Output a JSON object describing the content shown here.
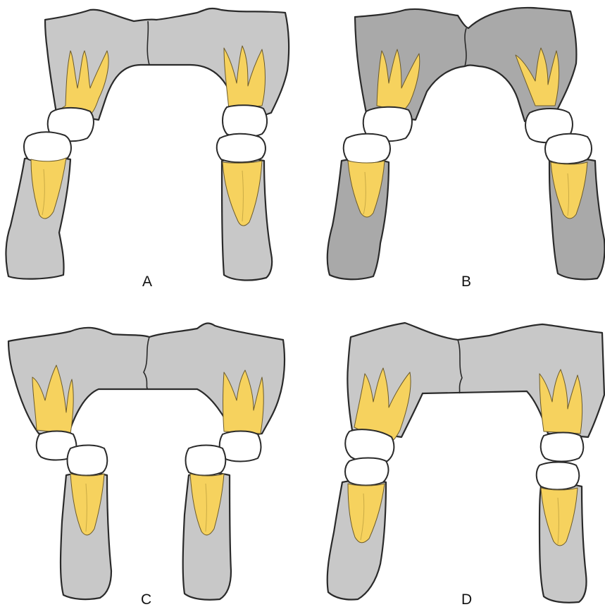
{
  "figure": {
    "panels": [
      {
        "id": "A",
        "label": "A",
        "bone_color": "#c8c8c8",
        "description_key": "maxilla-and-mandible-aligned"
      },
      {
        "id": "B",
        "label": "B",
        "bone_color": "#a9a9a9",
        "description_key": "maxilla-and-mandible-aligned-darker"
      },
      {
        "id": "C",
        "label": "C",
        "bone_color": "#c8c8c8",
        "description_key": "mandible-inward"
      },
      {
        "id": "D",
        "label": "D",
        "bone_color": "#c8c8c8",
        "description_key": "mandible-shifted"
      }
    ],
    "colors": {
      "root": "#f6d25e",
      "crown": "#ffffff",
      "outline": "#2a2a2a"
    }
  }
}
